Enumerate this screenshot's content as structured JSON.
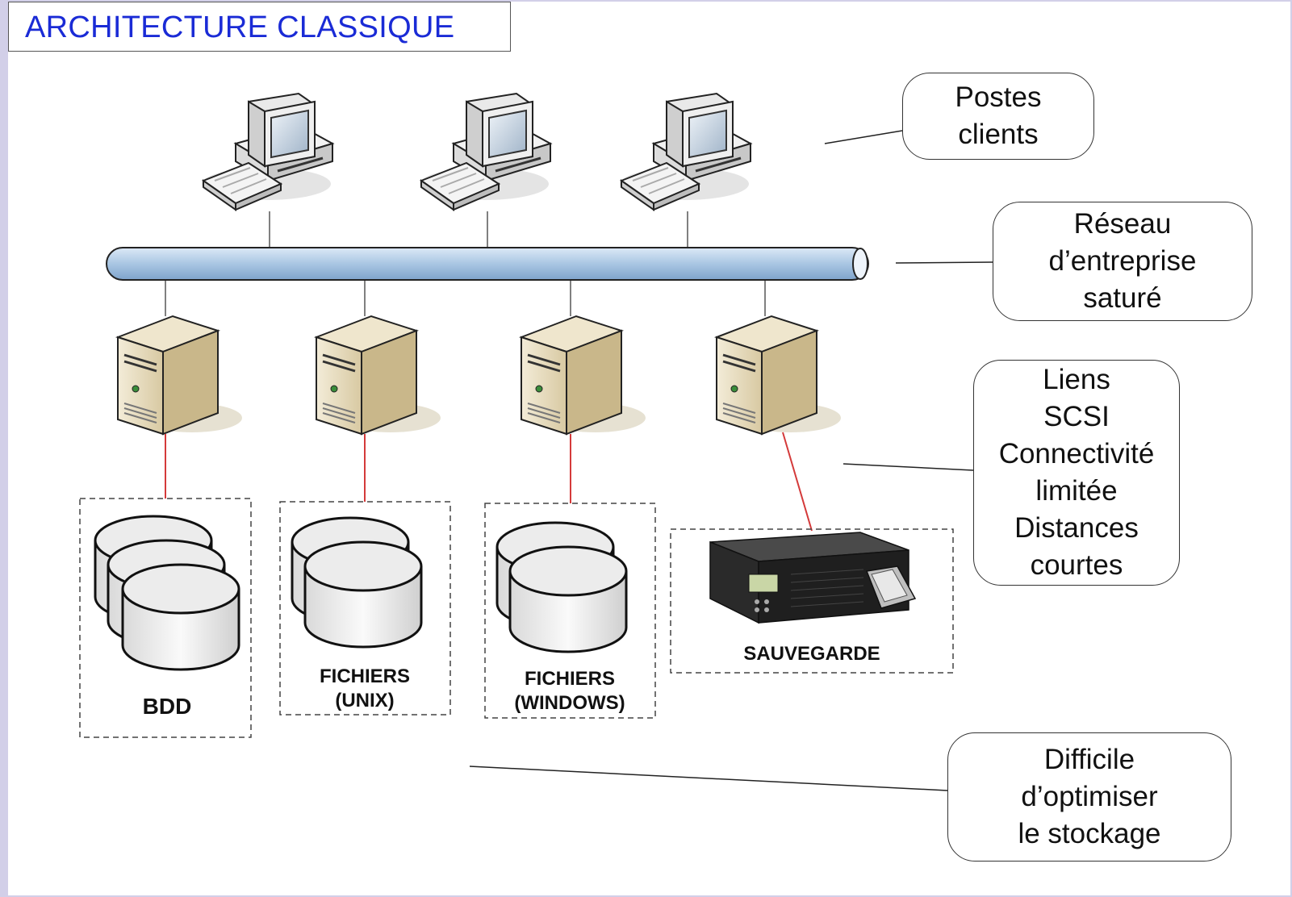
{
  "title": "ARCHITECTURE CLASSIQUE",
  "callouts": {
    "clients": "Postes\nclients",
    "network": "Réseau\nd’entreprise\nsaturé",
    "links": "Liens\nSCSI\nConnectivité\nlimitée\nDistances\ncourtes",
    "storage": "Difficile\nd’optimiser\nle stockage"
  },
  "storage_labels": {
    "bdd": "BDD",
    "unix": "FICHIERS\n(UNIX)",
    "windows": "FICHIERS\n(WINDOWS)",
    "backup": "SAUVEGARDE"
  },
  "icons": {
    "client": "desktop-computer-icon",
    "server": "tower-server-icon",
    "disk": "disk-stack-icon",
    "backup": "tape-backup-unit-icon"
  },
  "colors": {
    "title": "#1a2bd6",
    "network_bus": "#a9c6e3",
    "scsi_link": "#d43a3a",
    "server_body": "#e6dcc0"
  }
}
